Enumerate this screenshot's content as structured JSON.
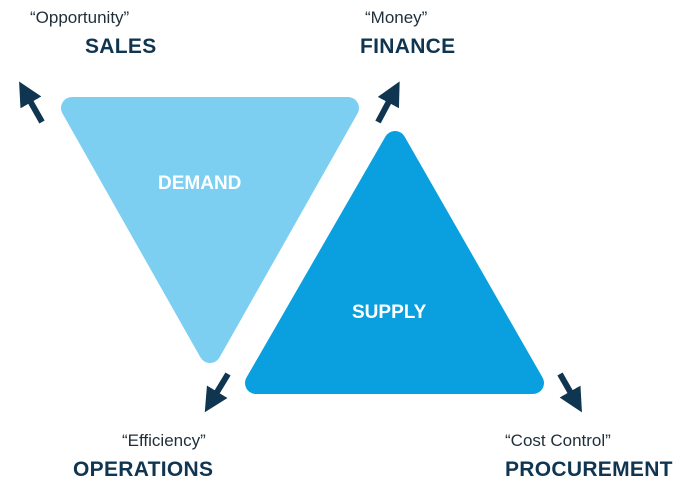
{
  "colors": {
    "demand": "#7dcff2",
    "supply": "#0aa0e0",
    "arrow": "#0f3550",
    "text": "#0f3550"
  },
  "triangles": {
    "demand": "DEMAND",
    "supply": "SUPPLY"
  },
  "labels": {
    "sales": {
      "quote": "“Opportunity”",
      "title": "SALES"
    },
    "finance": {
      "quote": "“Money”",
      "title": "FINANCE"
    },
    "operations": {
      "quote": "“Efficiency”",
      "title": "OPERATIONS"
    },
    "procurement": {
      "quote": "“Cost Control”",
      "title": "PROCUREMENT"
    }
  }
}
